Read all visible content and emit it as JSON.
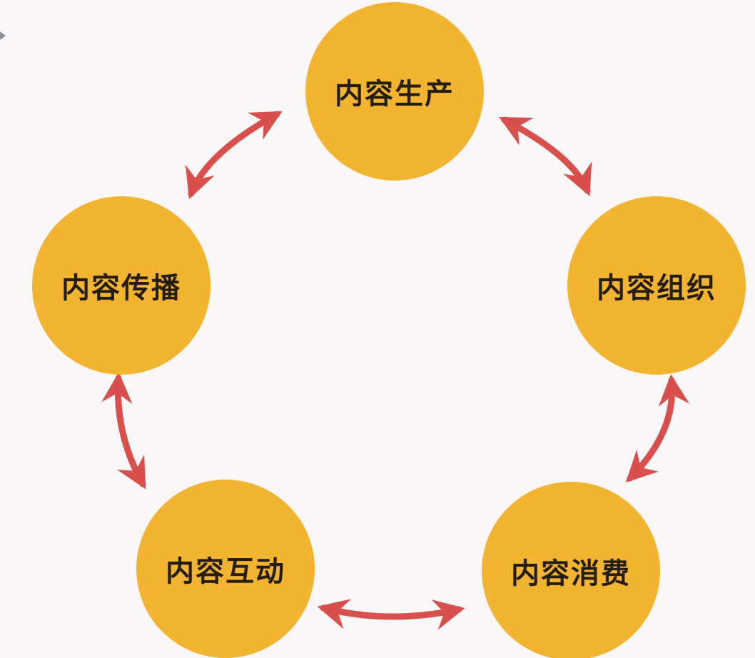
{
  "diagram": {
    "type": "cycle",
    "colors": {
      "background": "#faf7f8",
      "node-fill": "#f2b431",
      "label": "#251e0f",
      "arrow": "#d94f4c"
    },
    "nodes": [
      {
        "id": "content-production",
        "label": "内容生产",
        "position": "top"
      },
      {
        "id": "content-organization",
        "label": "内容组织",
        "position": "right"
      },
      {
        "id": "content-consumption",
        "label": "内容消费",
        "position": "bottom-right"
      },
      {
        "id": "content-interaction",
        "label": "内容互动",
        "position": "bottom-left"
      },
      {
        "id": "content-dissemination",
        "label": "内容传播",
        "position": "left"
      }
    ],
    "edges": [
      {
        "from": "content-dissemination",
        "to": "content-production",
        "bidirectional": true
      },
      {
        "from": "content-production",
        "to": "content-organization",
        "bidirectional": true
      },
      {
        "from": "content-organization",
        "to": "content-consumption",
        "bidirectional": true
      },
      {
        "from": "content-consumption",
        "to": "content-interaction",
        "bidirectional": true
      },
      {
        "from": "content-interaction",
        "to": "content-dissemination",
        "bidirectional": true
      }
    ]
  }
}
